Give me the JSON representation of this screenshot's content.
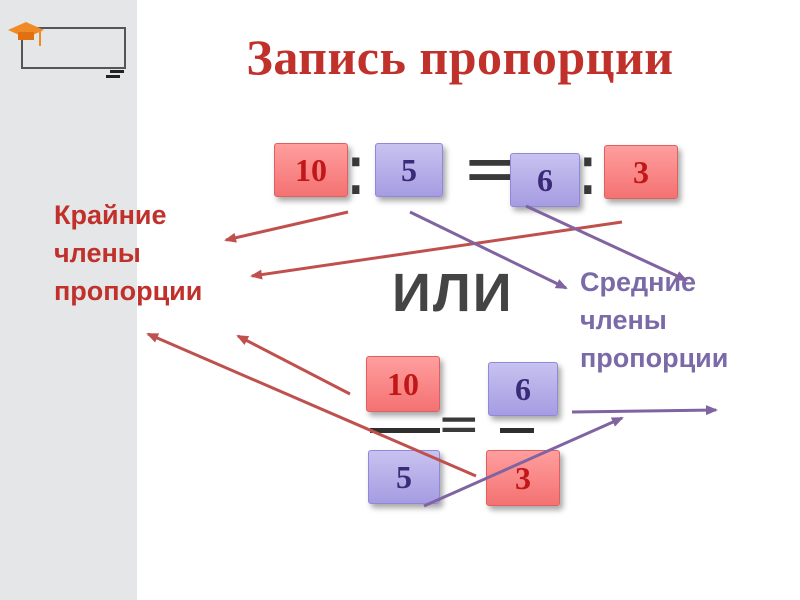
{
  "title": "Запись пропорции",
  "top_row": {
    "a": "10",
    "b": "5",
    "c": "6",
    "d": "3",
    "colon": ":",
    "equals": "="
  },
  "or_word": "ИЛИ",
  "bottom_row": {
    "a": "10",
    "b": "6",
    "c": "5",
    "d": "3",
    "equals": "="
  },
  "labels": {
    "extreme": [
      "Крайние",
      "члены",
      "пропорции"
    ],
    "middle": [
      "Средние",
      "члены",
      "пропорции"
    ]
  },
  "colors": {
    "title": "#c0312b",
    "extreme_arrow": "#c0504d",
    "middle_arrow": "#8064a2",
    "red_box": "#f47272",
    "purple_box": "#a69ce2"
  },
  "icons": [
    "graduation-cap-icon"
  ]
}
